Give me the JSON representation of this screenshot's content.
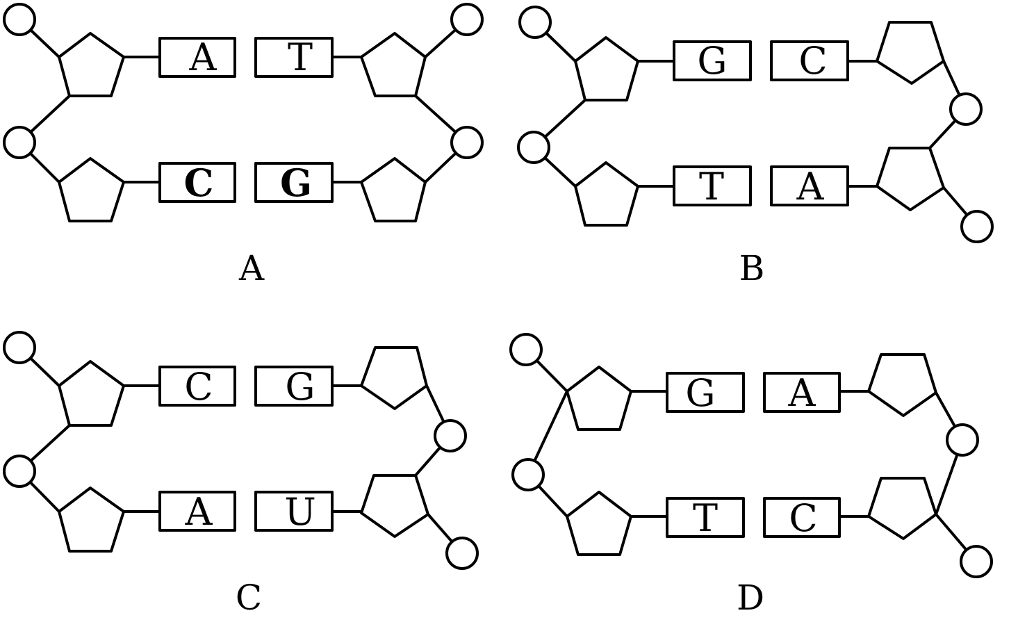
{
  "panels": [
    {
      "label": "A",
      "bases": [
        {
          "text": "A",
          "bold": false
        },
        {
          "text": "T",
          "bold": false
        },
        {
          "text": "C",
          "bold": true
        },
        {
          "text": "G",
          "bold": true
        }
      ]
    },
    {
      "label": "B",
      "bases": [
        {
          "text": "G",
          "bold": false
        },
        {
          "text": "C",
          "bold": false
        },
        {
          "text": "T",
          "bold": false
        },
        {
          "text": "A",
          "bold": false
        }
      ]
    },
    {
      "label": "C",
      "bases": [
        {
          "text": "C",
          "bold": false
        },
        {
          "text": "G",
          "bold": false
        },
        {
          "text": "A",
          "bold": false
        },
        {
          "text": "U",
          "bold": false
        }
      ]
    },
    {
      "label": "D",
      "bases": [
        {
          "text": "G",
          "bold": false
        },
        {
          "text": "A",
          "bold": false
        },
        {
          "text": "T",
          "bold": false
        },
        {
          "text": "C",
          "bold": false
        }
      ]
    }
  ]
}
